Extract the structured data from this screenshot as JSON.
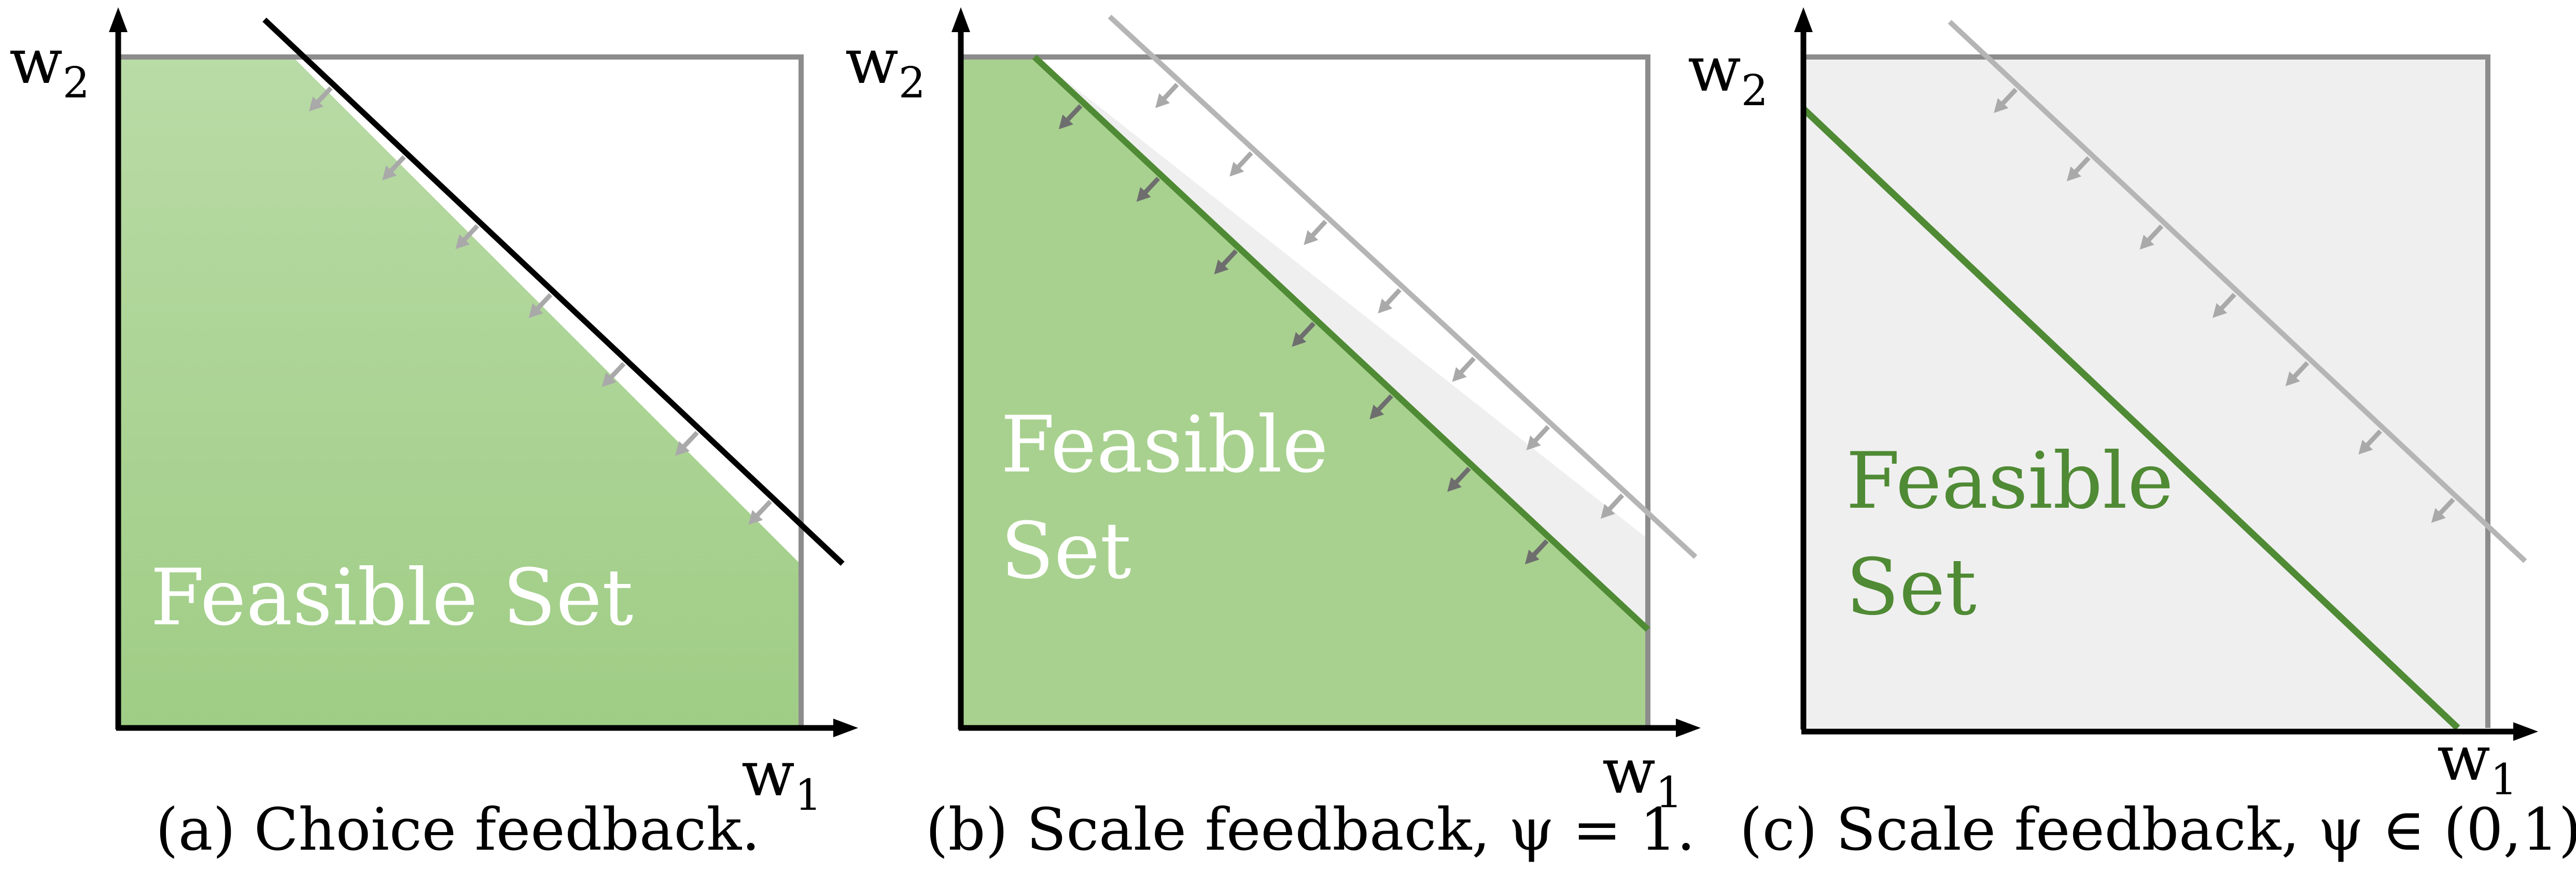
{
  "panels": [
    {
      "axis_x_label": "w",
      "axis_x_sub": "1",
      "axis_y_label": "w",
      "axis_y_sub": "2",
      "region_label_line1": "Feasible Set",
      "region_label_line2": "",
      "caption": "(a) Choice feedback."
    },
    {
      "axis_x_label": "w",
      "axis_x_sub": "1",
      "axis_y_label": "w",
      "axis_y_sub": "2",
      "region_label_line1": "Feasible",
      "region_label_line2": "Set",
      "caption": "(b) Scale feedback, ψ = 1."
    },
    {
      "axis_x_label": "w",
      "axis_x_sub": "1",
      "axis_y_label": "w",
      "axis_y_sub": "2",
      "region_label_line1": "Feasible",
      "region_label_line2": "Set",
      "caption": "(c) Scale feedback, ψ ∈ (0,1)."
    }
  ],
  "colors": {
    "green_fill": "#a6d18d",
    "green_fill_light": "#b9dba6",
    "green_line": "#4f8a34",
    "grey_fill": "#efefef",
    "grey_line": "#b5b5b5",
    "box_line": "#8c8c8c",
    "axis": "#000000",
    "arrow_light": "#a9a9a9",
    "arrow_dark": "#6e6e6e"
  }
}
